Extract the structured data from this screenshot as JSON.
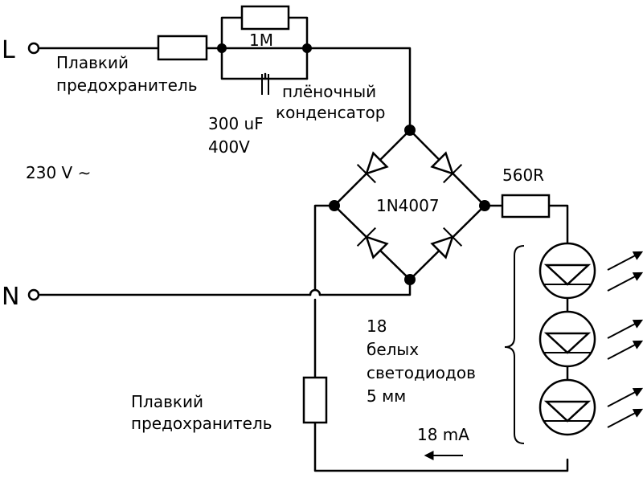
{
  "terminals": {
    "live": "L",
    "neutral": "N"
  },
  "fuse_top_label": [
    "Плавкий",
    "предохранитель"
  ],
  "fuse_bottom_label": [
    "Плавкий",
    "предохранитель"
  ],
  "resistor_parallel_label": "1M",
  "capacitor_label": [
    "300 uF",
    "400V"
  ],
  "capacitor_type_label": [
    "плёночный",
    "конденсатор"
  ],
  "supply_label": "230 V ∼",
  "bridge_label": "1N4007",
  "resistor_series_label": "560R",
  "led_group_label": [
    "18",
    "белых",
    "светодиодов",
    "5 мм"
  ],
  "current_label": "18 mA"
}
